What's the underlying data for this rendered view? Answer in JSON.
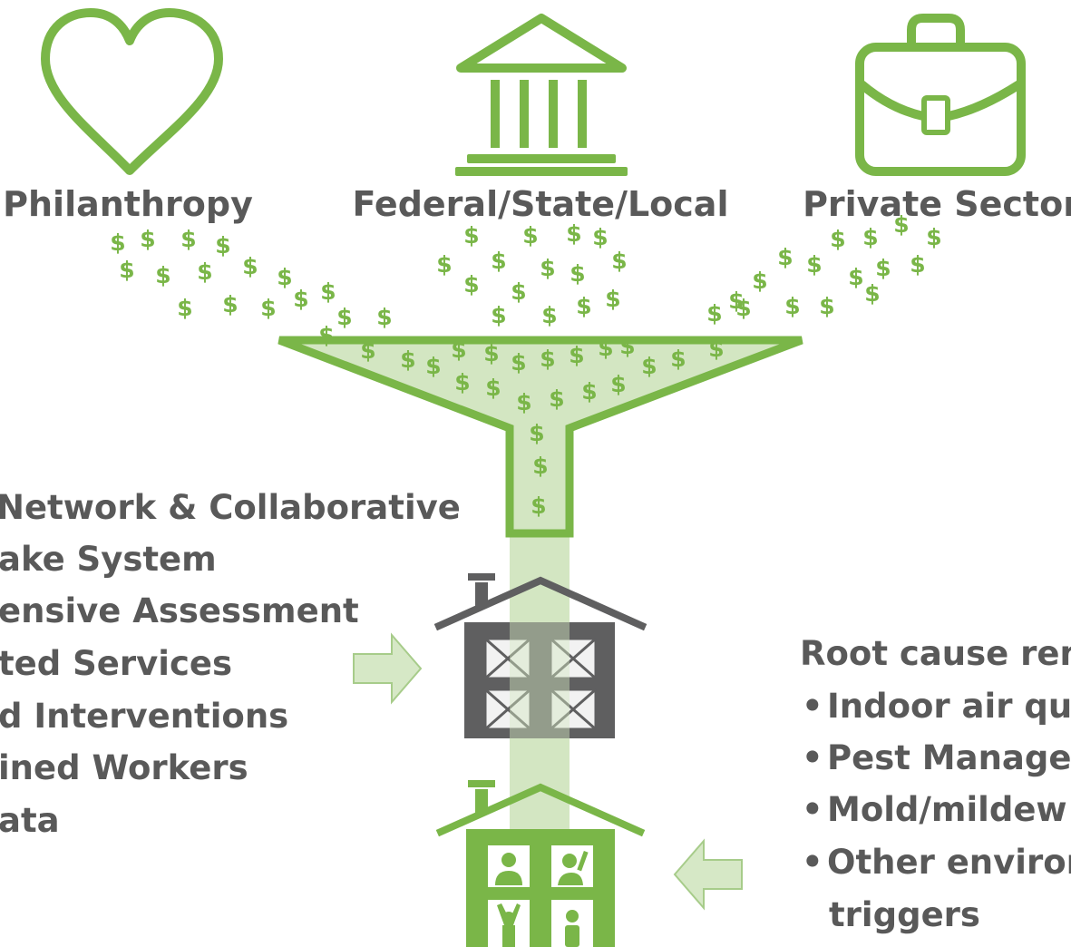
{
  "sources": {
    "philanthropy": "Philanthropy",
    "government": "Federal/State/Local",
    "private": "Private Sector"
  },
  "currency_symbol": "$",
  "left_list": [
    "Network & Collaborative",
    "ake System",
    "ensive Assessment",
    "ted Services",
    "d Interventions",
    "ined Workers",
    "ata"
  ],
  "right_list": {
    "title": "Root cause rem",
    "items": [
      "Indoor air qua",
      "Pest Managen",
      "Mold/mildew",
      "Other environ"
    ],
    "continuation": "triggers"
  },
  "colors": {
    "green": "#7ab648",
    "light_green": "#d3e6c2",
    "dark_gray": "#595959",
    "house_gray": "#5f5f60",
    "arrow_fill": "#d6e8c6",
    "arrow_stroke": "#a7cc8a"
  },
  "icons": [
    "heart-icon",
    "government-building-icon",
    "briefcase-icon",
    "funnel-icon",
    "gray-house-icon",
    "green-house-icon",
    "right-arrow-icon",
    "left-arrow-icon"
  ]
}
